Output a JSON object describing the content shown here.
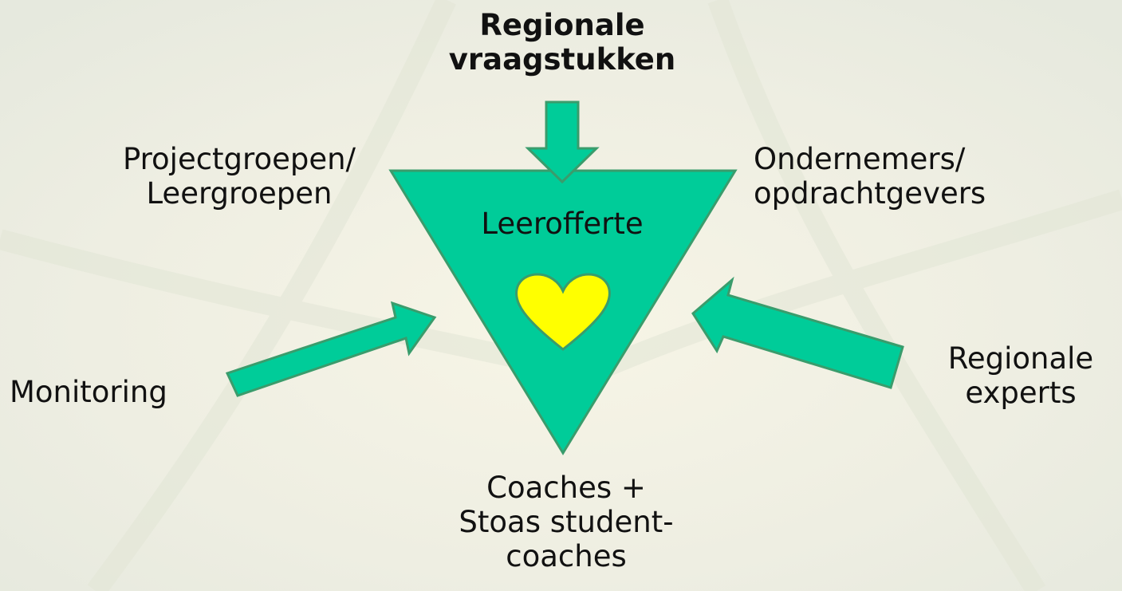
{
  "diagram": {
    "top_title": [
      "Regionale",
      "vraagstukken"
    ],
    "center_label": "Leerofferte",
    "top_left": [
      "Projectgroepen/",
      "Leergroepen"
    ],
    "top_right": [
      "Ondernemers/",
      "opdrachtgevers"
    ],
    "left": "Monitoring",
    "right": [
      "Regionale",
      "experts"
    ],
    "bottom": [
      "Coaches +",
      "Stoas student-",
      "coaches"
    ]
  },
  "colors": {
    "triangle_fill": "#00cc99",
    "shape_stroke": "#3a9c6c",
    "heart_fill": "#ffff00",
    "text": "#111111"
  }
}
